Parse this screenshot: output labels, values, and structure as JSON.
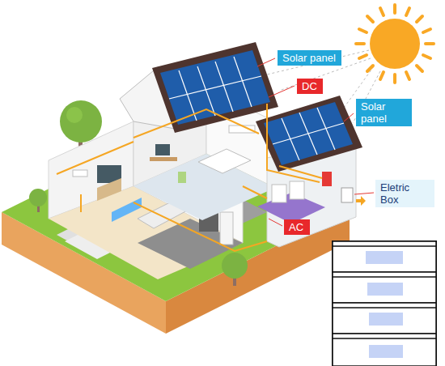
{
  "diagram": {
    "nodes": [
      {
        "text": [
          "Solar panel"
        ]
      },
      {
        "text": [
          "DC"
        ]
      },
      {
        "text": [
          "Solar panel"
        ]
      },
      {
        "text": [
          "Eletric Box"
        ]
      },
      {
        "text": [
          "AC"
        ]
      }
    ]
  }
}
